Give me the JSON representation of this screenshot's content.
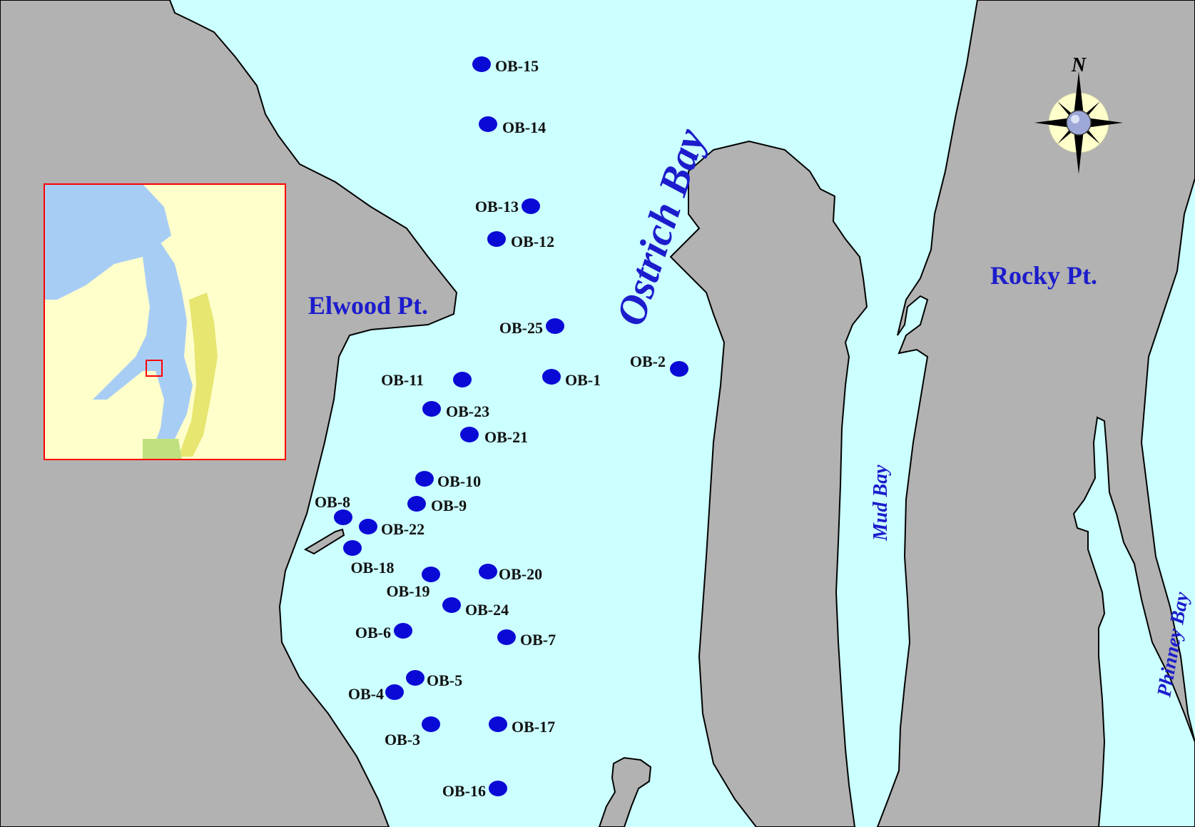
{
  "colors": {
    "water": "#ccffff",
    "land": "#b2b2b2",
    "station": "#0a0ad6",
    "label_blue": "#1c1ccc",
    "inset_border": "#ff0000"
  },
  "place_names": {
    "ostrich_bay": "Ostrich  Bay",
    "elwood_pt": "Elwood Pt.",
    "rocky_pt": "Rocky Pt.",
    "mud_bay": "Mud Bay",
    "phinney_bay": "Phinney Bay"
  },
  "north_arrow": {
    "label": "N",
    "icon": "compass-rose-icon"
  },
  "inset": {
    "icon": "locator-map-icon"
  },
  "stations": [
    {
      "id": "OB-15"
    },
    {
      "id": "OB-14"
    },
    {
      "id": "OB-13"
    },
    {
      "id": "OB-12"
    },
    {
      "id": "OB-25"
    },
    {
      "id": "OB-11"
    },
    {
      "id": "OB-1"
    },
    {
      "id": "OB-2"
    },
    {
      "id": "OB-23"
    },
    {
      "id": "OB-21"
    },
    {
      "id": "OB-10"
    },
    {
      "id": "OB-9"
    },
    {
      "id": "OB-8"
    },
    {
      "id": "OB-22"
    },
    {
      "id": "OB-18"
    },
    {
      "id": "OB-19"
    },
    {
      "id": "OB-20"
    },
    {
      "id": "OB-24"
    },
    {
      "id": "OB-6"
    },
    {
      "id": "OB-7"
    },
    {
      "id": "OB-5"
    },
    {
      "id": "OB-4"
    },
    {
      "id": "OB-3"
    },
    {
      "id": "OB-17"
    },
    {
      "id": "OB-16"
    }
  ]
}
